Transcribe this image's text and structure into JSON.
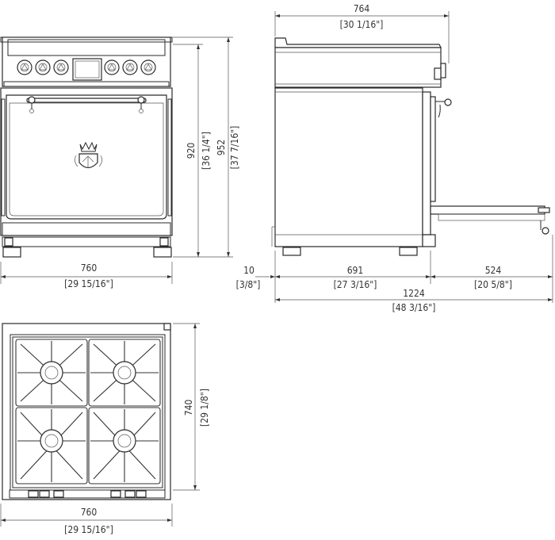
{
  "front_view": {
    "width_mm": "760",
    "width_in": "[29 15/16\"]",
    "height1_mm": "920",
    "height1_in": "[36 1/4\"]",
    "height2_mm": "952",
    "height2_in": "[37 7/16\"]"
  },
  "side_view": {
    "top_depth_mm": "764",
    "top_depth_in": "[30 1/16\"]",
    "rear_gap_mm": "10",
    "rear_gap_in": "[3/8\"]",
    "body_depth_mm": "691",
    "body_depth_in": "[27 3/16\"]",
    "door_open_mm": "524",
    "door_open_in": "[20 5/8\"]",
    "total_depth_mm": "1224",
    "total_depth_in": "[48 3/16\"]"
  },
  "top_view": {
    "width_mm": "760",
    "width_in": "[29 15/16\"]",
    "depth_mm": "740",
    "depth_in": "[29 1/8\"]"
  },
  "colors": {
    "line": "#2a2a2a",
    "text": "#333333",
    "background": "#ffffff"
  },
  "icons": {
    "logo": "crown-crest-icon",
    "knob": "burner-knob-icon"
  }
}
